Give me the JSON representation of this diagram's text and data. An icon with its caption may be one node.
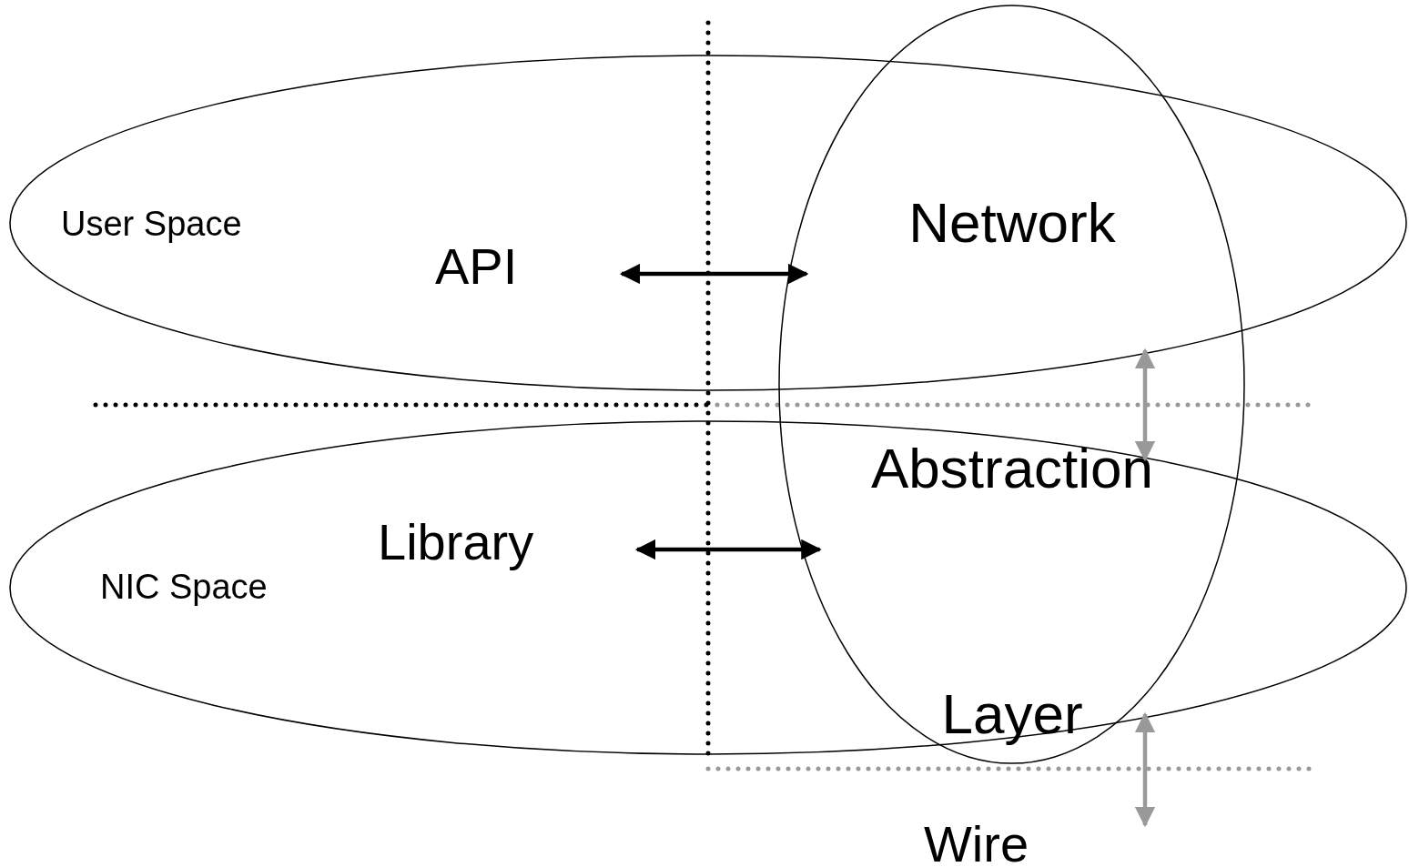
{
  "diagram": {
    "nodes": [
      {
        "text": [
          "User Space"
        ]
      },
      {
        "text": [
          "API"
        ],
        "in": 0
      },
      {
        "text": [
          "NIC Space"
        ]
      },
      {
        "text": [
          "Library"
        ],
        "in": 2
      },
      {
        "text": [
          "Network Abstraction Layer"
        ]
      }
    ],
    "edges": [
      {
        "from": 1,
        "to": 4,
        "arrow": "both"
      },
      {
        "from": 3,
        "to": 4,
        "arrow": "both"
      }
    ],
    "labels": [
      "Wire"
    ]
  }
}
